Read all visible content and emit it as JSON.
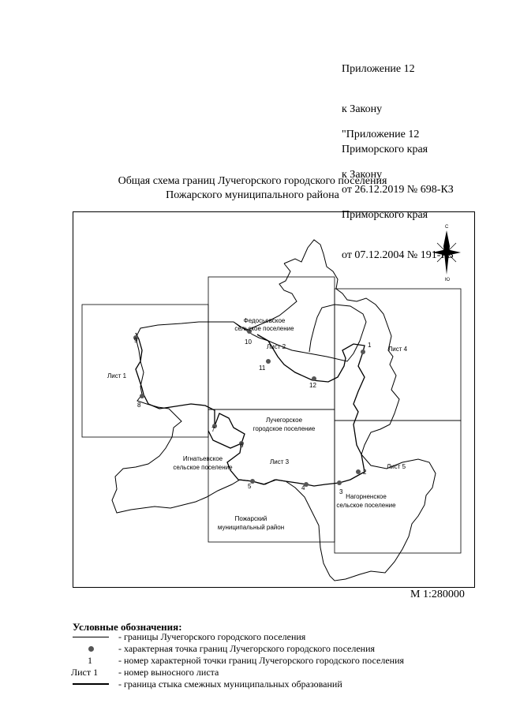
{
  "appendix_new": [
    "Приложение 12",
    "к Закону",
    "Приморского края",
    "от 26.12.2019 № 698-КЗ"
  ],
  "appendix_old": [
    "\"Приложение 12",
    "к Закону",
    "Приморского края",
    "от 07.12.2004 № 191-КЗ"
  ],
  "title": [
    "Общая схема границ Лучегорского городского поселения",
    "Пожарского муниципального района"
  ],
  "map": {
    "sheets": [
      "Лист 1",
      "Лист 2",
      "Лист 3",
      "Лист 4",
      "Лист 5"
    ],
    "areas": {
      "fedosievskoe": [
        "Федосьевское",
        "сельское поселение"
      ],
      "luchegorskoe": [
        "Лучегорское",
        "городское поселение"
      ],
      "ignatievskoe": [
        "Игнатьевское",
        "сельское поселение"
      ],
      "nagornenskoe": [
        "Нагорненское",
        "сельское поселение"
      ],
      "pozharsky": [
        "Пожарский",
        "муниципальный район"
      ]
    },
    "points": [
      "1",
      "2",
      "3",
      "4",
      "5",
      "6",
      "7",
      "8",
      "9",
      "10",
      "11",
      "12"
    ],
    "compass": {
      "north": "С",
      "south": "Ю"
    },
    "colors": {
      "boundary": "#000000",
      "point": "#555555",
      "frame": "#000000"
    }
  },
  "scale": "М 1:280000",
  "legend": {
    "title": "Условные обозначения:",
    "items": [
      {
        "symbol": "line",
        "text": "- границы Лучегорского городского поселения"
      },
      {
        "symbol": "dot",
        "text": "- характерная точка границ Лучегорского городского поселения"
      },
      {
        "symbol": "number",
        "sample": "1",
        "text": "- номер характерной точки границ Лучегорского городского поселения"
      },
      {
        "symbol": "sheet",
        "sample": "Лист 1",
        "text": "- номер выносного листа"
      },
      {
        "symbol": "thick-line",
        "text": "- граница стыка смежных муниципальных образований"
      }
    ]
  }
}
